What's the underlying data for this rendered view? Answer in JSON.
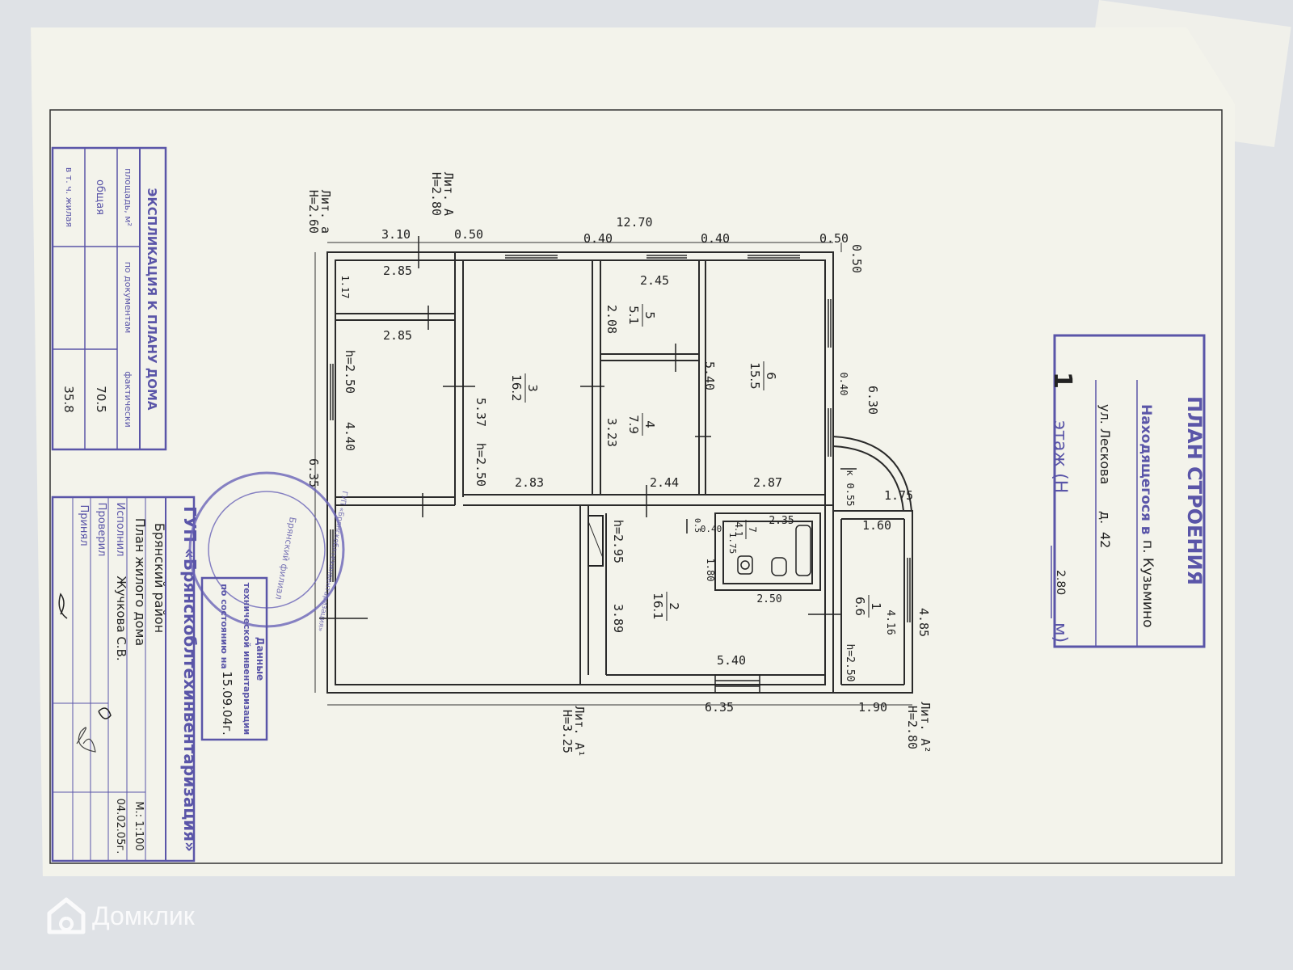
{
  "stamp": {
    "title": "ПЛАН СТРОЕНИЯ",
    "location_prefix": "Находящегося в",
    "location": "п. Кузьмино",
    "street_prefix": "ул.",
    "street": "Лескова",
    "house_prefix": "д.",
    "house": "42",
    "floor_number": "1",
    "floor_label": "этаж (Н",
    "floor_height": "2.80",
    "floor_unit": "м)"
  },
  "explication": {
    "title": "ЭКСПЛИКАЦИЯ К ПЛАНУ ДОМА",
    "area_header": "площадь, м²",
    "by_docs": "по документам",
    "actual": "фактически",
    "total_label": "общая",
    "total_value": "70.5",
    "living_label": "в т. ч. жилая",
    "living_value": "35.8"
  },
  "title_block": {
    "org": "ГУП «Брянскоблтехинвентаризация»",
    "district": "Брянский район",
    "drawing": "План жилого дома",
    "executor_label": "Исполнил",
    "executor": "Жучкова С.В.",
    "checked_label": "Проверил",
    "accepted_label": "Принял",
    "scale": "М.: 1:100",
    "date": "04.02.05г."
  },
  "inventory_stamp": {
    "line1": "Данные",
    "line2": "технической инвентаризации",
    "line3": "по состоянию на",
    "date": "15.09.04г."
  },
  "round_stamp": {
    "text_outer": "ГУП «Брянскоблтехинвентаризация»",
    "text_inner": "Брянский филиал"
  },
  "lit_labels": {
    "lit_a": "Лит. А",
    "lit_a_h": "Н=2.80",
    "lit_a_small": "Лит. а",
    "lit_a_small_h": "Н=2.60",
    "lit_a1": "Лит. А¹",
    "lit_a1_h": "Н=3.25",
    "lit_a2": "Лит. А²",
    "lit_a2_h": "Н=2.80"
  },
  "rooms": [
    {
      "num": "3",
      "area": "16.2"
    },
    {
      "num": "5",
      "area": "5.1"
    },
    {
      "num": "4",
      "area": "7.9"
    },
    {
      "num": "6",
      "area": "15.5"
    },
    {
      "num": "7",
      "area": "4.1"
    },
    {
      "num": "2",
      "area": "16.1"
    },
    {
      "num": "1",
      "area": "6.6"
    }
  ],
  "dimensions": {
    "total_width": "12.70",
    "d_310": "3.10",
    "d_050a": "0.50",
    "d_040a": "0.40",
    "d_040b": "0.40",
    "d_050b": "0.50",
    "d_050c": "0.50",
    "d_285a": "2.85",
    "d_117": "1.17",
    "d_285b": "2.85",
    "d_245": "2.45",
    "d_208": "2.08",
    "d_h250a": "h=2.50",
    "d_440": "4.40",
    "d_537": "5.37",
    "d_h250b": "h=2.50",
    "d_323": "3.23",
    "d_540a": "5.40",
    "d_040c": "0.40",
    "d_630": "6.30",
    "d_635a": "6.35",
    "d_283": "2.83",
    "d_244": "2.44",
    "d_287": "2.87",
    "d_k": "к",
    "d_055": "0.55",
    "d_175a": "1.75",
    "d_160": "1.60",
    "d_235": "2.35",
    "d_040d": "0.40",
    "d_05": "0.5",
    "d_175b": "1.75",
    "d_h295": "h=2.95",
    "d_180": "1.80",
    "d_250": "2.50",
    "d_389": "3.89",
    "d_416": "4.16",
    "d_485": "4.85",
    "d_h250c": "h=2.50",
    "d_540b": "5.40",
    "d_635b": "6.35",
    "d_190": "1.90"
  },
  "watermark": "Домклик",
  "colors": {
    "stamp": "#5a55a8",
    "ink": "#222222",
    "paper": "#f3f3eb"
  }
}
